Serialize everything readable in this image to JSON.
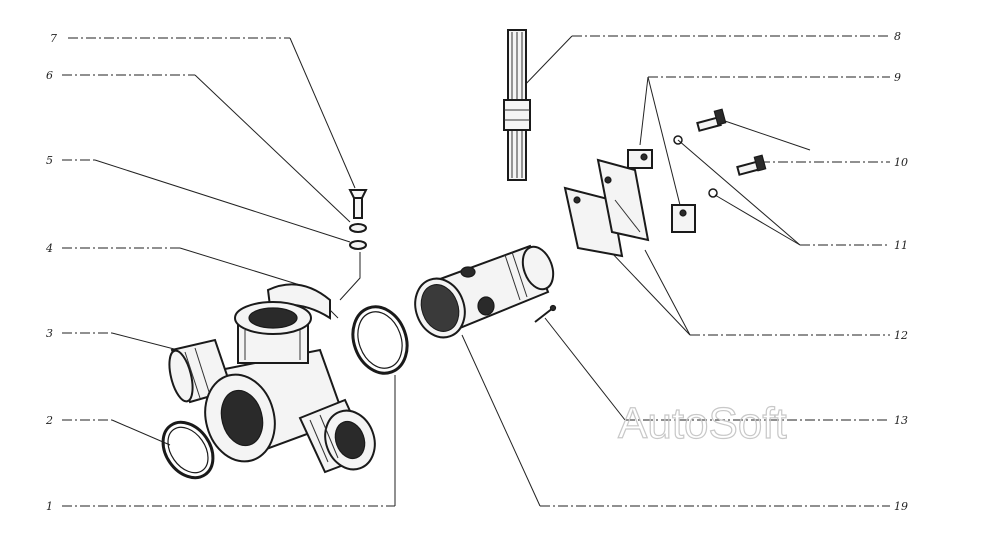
{
  "watermark": "AutoSoft",
  "callouts": [
    {
      "id": "1",
      "label": "1"
    },
    {
      "id": "2",
      "label": "2"
    },
    {
      "id": "3",
      "label": "3"
    },
    {
      "id": "4",
      "label": "4"
    },
    {
      "id": "5",
      "label": "5"
    },
    {
      "id": "6",
      "label": "6"
    },
    {
      "id": "7",
      "label": "7"
    },
    {
      "id": "8",
      "label": "8"
    },
    {
      "id": "9",
      "label": "9"
    },
    {
      "id": "10",
      "label": "10"
    },
    {
      "id": "11",
      "label": "11"
    },
    {
      "id": "12",
      "label": "12"
    },
    {
      "id": "13",
      "label": "13"
    },
    {
      "id": "19",
      "label": "19"
    }
  ]
}
